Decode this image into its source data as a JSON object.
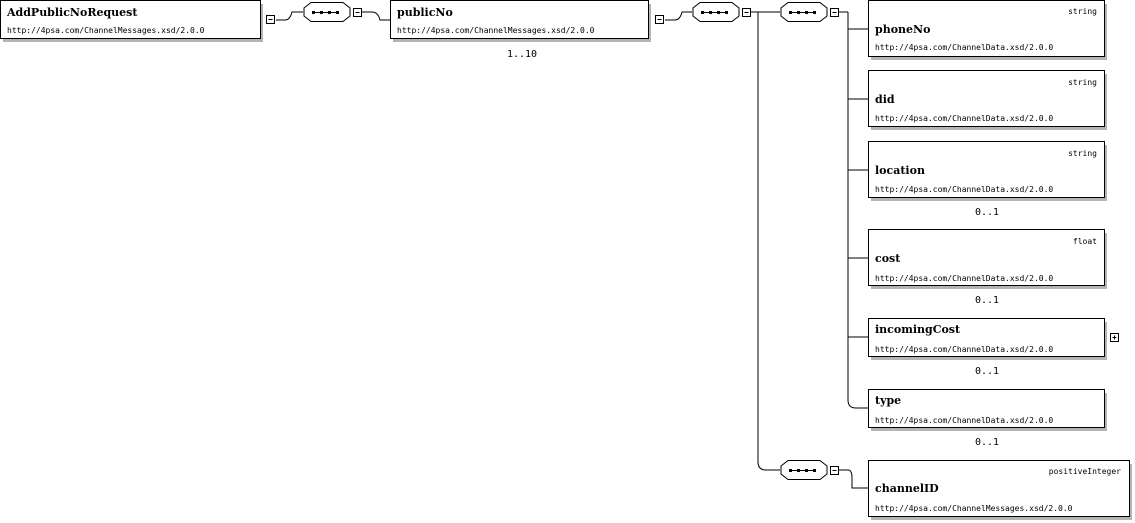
{
  "diagram": {
    "root": {
      "name": "AddPublicNoRequest",
      "namespace": "http://4psa.com/ChannelMessages.xsd/2.0.0"
    },
    "public_no": {
      "name": "publicNo",
      "namespace": "http://4psa.com/ChannelMessages.xsd/2.0.0",
      "occurrence": "1..10"
    },
    "children": [
      {
        "name": "phoneNo",
        "type": "string",
        "namespace": "http://4psa.com/ChannelData.xsd/2.0.0",
        "occurrence": "",
        "expandable": false
      },
      {
        "name": "did",
        "type": "string",
        "namespace": "http://4psa.com/ChannelData.xsd/2.0.0",
        "occurrence": "",
        "expandable": false
      },
      {
        "name": "location",
        "type": "string",
        "namespace": "http://4psa.com/ChannelData.xsd/2.0.0",
        "occurrence": "0..1",
        "expandable": false
      },
      {
        "name": "cost",
        "type": "float",
        "namespace": "http://4psa.com/ChannelData.xsd/2.0.0",
        "occurrence": "0..1",
        "expandable": false
      },
      {
        "name": "incomingCost",
        "type": "",
        "namespace": "http://4psa.com/ChannelData.xsd/2.0.0",
        "occurrence": "0..1",
        "expandable": true
      },
      {
        "name": "type",
        "type": "",
        "namespace": "http://4psa.com/ChannelData.xsd/2.0.0",
        "occurrence": "0..1",
        "expandable": false
      }
    ],
    "channel": {
      "name": "channelID",
      "type": "positiveInteger",
      "namespace": "http://4psa.com/ChannelMessages.xsd/2.0.0"
    }
  }
}
